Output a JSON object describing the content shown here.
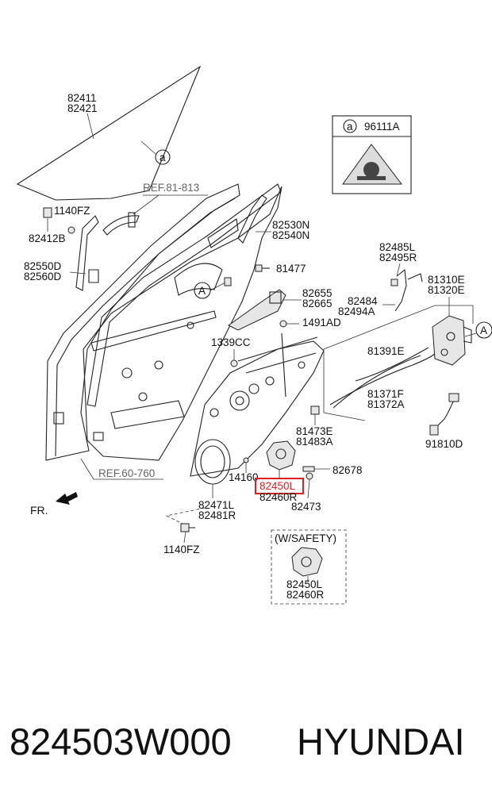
{
  "footer": {
    "part_number": "824503W000",
    "brand": "HYUNDAI"
  },
  "diagram": {
    "highlight_color": "#e02020",
    "labels": {
      "glass_1": "82411",
      "glass_2": "82421",
      "circle_a": "a",
      "ref_81_813": "REF.81-813",
      "p1140fz_top": "1140FZ",
      "p82412b": "82412B",
      "p82530n": "82530N",
      "p82540n": "82540N",
      "p82550d": "82550D",
      "p82560d": "82560D",
      "p81477": "81477",
      "p82655": "82655",
      "p82665": "82665",
      "p1491ad": "1491AD",
      "p1339cc": "1339CC",
      "ref_60_760": "REF.60-760",
      "fr": "FR.",
      "p14160": "14160",
      "p82450l": "82450L",
      "p82460r": "82460R",
      "p82678": "82678",
      "p82473": "82473",
      "p82471l": "82471L",
      "p82481r": "82481R",
      "p1140fz_bot": "1140FZ",
      "p81473e": "81473E",
      "p81483a": "81483A",
      "p82485l": "82485L",
      "p82495r": "82495R",
      "p82484": "82484",
      "p82494a": "82494A",
      "p81310e": "81310E",
      "p81320e": "81320E",
      "p81391e": "81391E",
      "p81371f": "81371F",
      "p81372a": "81372A",
      "p91810d": "91810D",
      "p96111a": "96111A",
      "callout_a": "A",
      "w_safety": "(W/SAFETY)",
      "safety_82450l": "82450L",
      "safety_82460r": "82460R"
    }
  }
}
